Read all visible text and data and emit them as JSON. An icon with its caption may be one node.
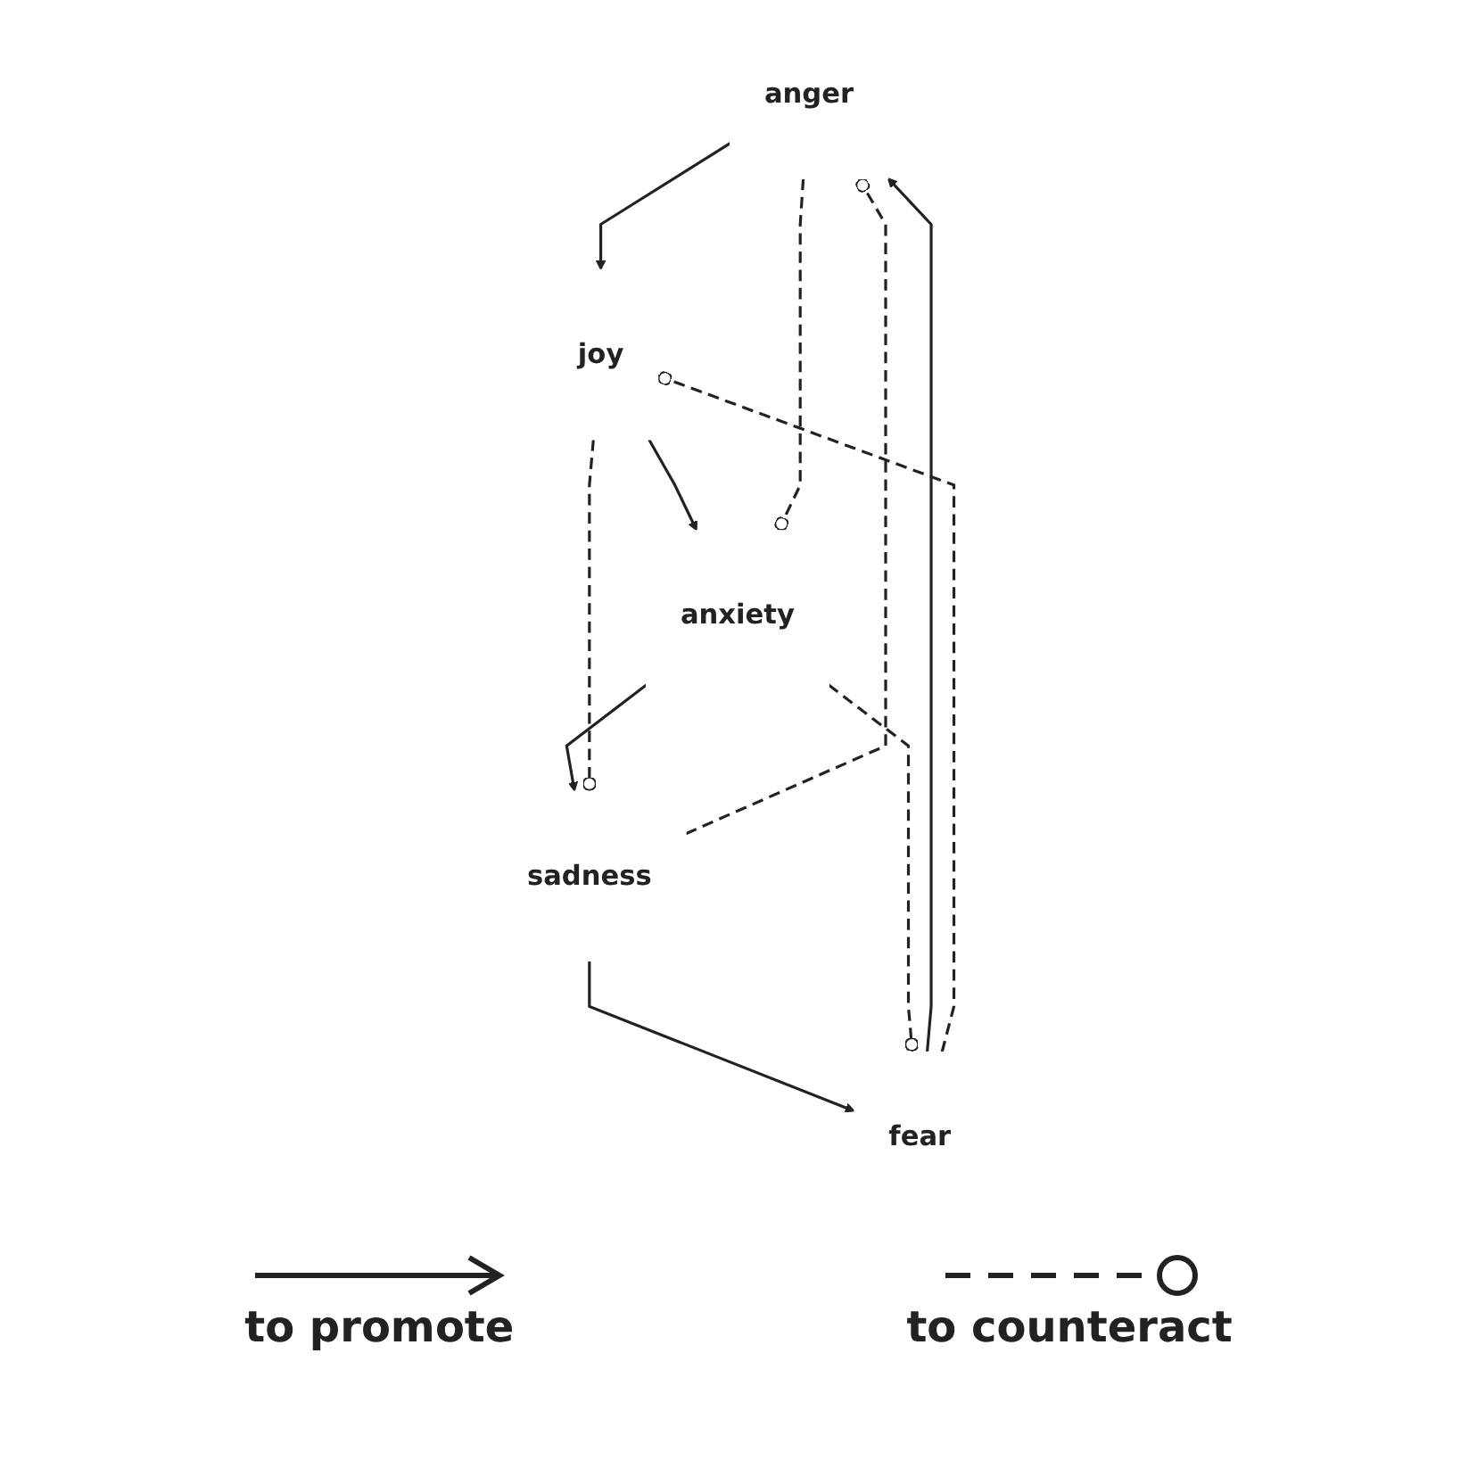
{
  "diagram": {
    "nodes": [
      {
        "text": [
          "anger"
        ]
      },
      {
        "text": [
          "joy"
        ]
      },
      {
        "text": [
          "anxiety"
        ]
      },
      {
        "text": [
          "sadness"
        ]
      },
      {
        "text": [
          "fear"
        ]
      }
    ],
    "edges": [
      {
        "from": 4,
        "to": 0,
        "arrow": "to"
      },
      {
        "from": 0,
        "to": 1,
        "arrow": "to"
      },
      {
        "from": 1,
        "to": 2,
        "arrow": "to"
      },
      {
        "from": 2,
        "to": 3,
        "arrow": "to"
      },
      {
        "from": 3,
        "to": 4,
        "arrow": "to"
      },
      {
        "from": 4,
        "to": 1,
        "arrow": "other",
        "style": "dashed"
      },
      {
        "from": 1,
        "to": 3,
        "arrow": "other",
        "style": "dashed"
      },
      {
        "from": 3,
        "to": 0,
        "arrow": "other",
        "style": "dashed"
      },
      {
        "from": 0,
        "to": 2,
        "arrow": "other",
        "style": "dashed"
      },
      {
        "from": 2,
        "to": 4,
        "arrow": "other",
        "style": "dashed"
      }
    ],
    "legend": [
      {
        "text": "to promote"
      },
      {
        "text": "to counteract"
      }
    ]
  }
}
